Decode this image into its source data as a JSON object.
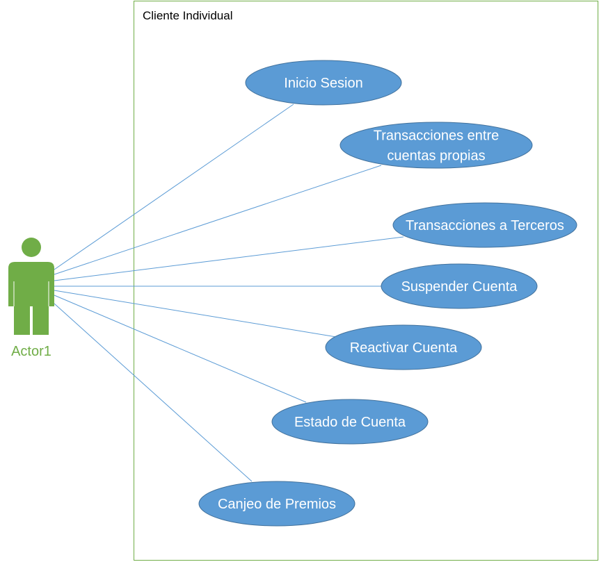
{
  "system": {
    "title": "Cliente Individual"
  },
  "actor": {
    "label": "Actor1"
  },
  "use_cases": [
    {
      "lines": [
        "Inicio Sesion"
      ]
    },
    {
      "lines": [
        "Transacciones entre",
        "cuentas propias"
      ]
    },
    {
      "lines": [
        "Transacciones a Terceros"
      ]
    },
    {
      "lines": [
        "Suspender Cuenta"
      ]
    },
    {
      "lines": [
        "Reactivar Cuenta"
      ]
    },
    {
      "lines": [
        "Estado de Cuenta"
      ]
    },
    {
      "lines": [
        "Canjeo de Premios"
      ]
    }
  ],
  "colors": {
    "actor": "#70ad47",
    "use_case_fill": "#5b9bd5",
    "use_case_stroke": "#41719c",
    "association_line": "#5b9bd5",
    "boundary": "#70ad47",
    "use_case_text": "#ffffff"
  }
}
